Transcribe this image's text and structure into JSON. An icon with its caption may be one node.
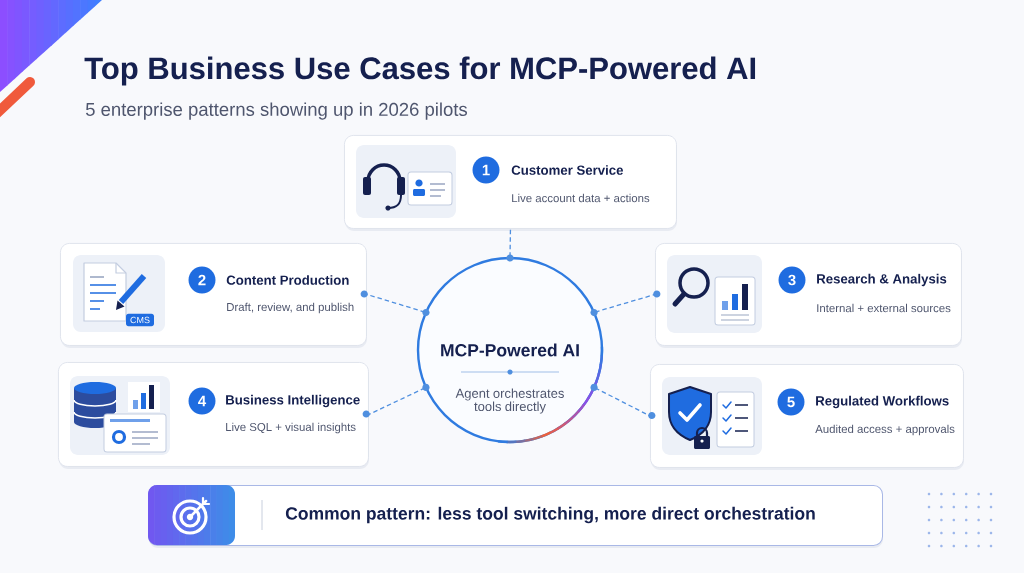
{
  "diagram": {
    "title": "Top Business Use Cases for MCP-Powered AI",
    "nodes": [
      {
        "text": [
          "1",
          "Customer Service",
          "Live account data + actions"
        ]
      },
      {
        "text": [
          "2",
          "Content Production",
          "Draft, review, and publish",
          "CMS"
        ]
      },
      {
        "text": [
          "MCP-Powered AI",
          "Agent orchestrates tools directly"
        ]
      },
      {
        "text": [
          "3",
          "Research & Analysis",
          "Internal + external sources"
        ]
      },
      {
        "text": [
          "4",
          "Business Intelligence",
          "Live SQL + visual insights"
        ]
      },
      {
        "text": [
          "5",
          "Regulated Workflows",
          "Audited access + approvals"
        ]
      },
      {
        "text": [
          "Common pattern: less tool switching, more direct orchestration"
        ]
      }
    ],
    "edges": [
      {
        "from": 2,
        "to": 0,
        "arrow": "none",
        "style": "dashed"
      },
      {
        "from": 2,
        "to": 1,
        "arrow": "none",
        "style": "dashed"
      },
      {
        "from": 2,
        "to": 3,
        "arrow": "none",
        "style": "dashed"
      },
      {
        "from": 2,
        "to": 4,
        "arrow": "none",
        "style": "dashed"
      },
      {
        "from": 2,
        "to": 5,
        "arrow": "none",
        "style": "dashed"
      }
    ],
    "labels": [
      "5 enterprise patterns showing up in 2026 pilots"
    ]
  }
}
